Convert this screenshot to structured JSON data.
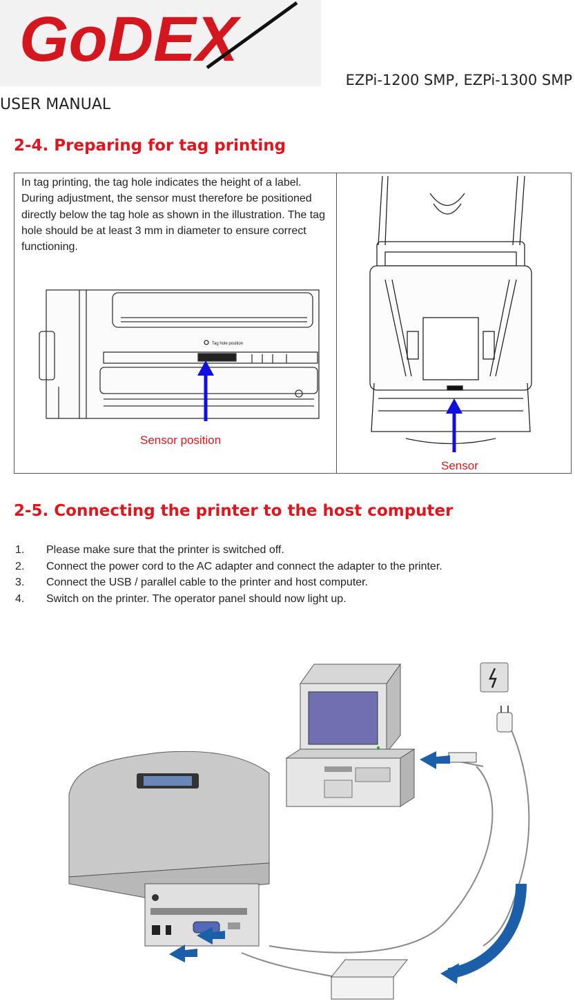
{
  "header": {
    "logo_text": "GoDEX",
    "model": "EZPi-1200 SMP, EZPi-1300 SMP",
    "manual": "USER MANUAL"
  },
  "section_2_4": {
    "heading": "2-4. Preparing for tag printing",
    "paragraph": "In tag printing, the tag hole indicates the height of a label. During adjustment, the sensor must therefore be positioned directly below the tag hole as shown in the illustration. The tag hole should be at least 3 mm in diameter to ensure correct functioning.",
    "figure_left_label": "Sensor position",
    "figure_left_small_text": "Tag hole position",
    "figure_right_label": "Sensor"
  },
  "section_2_5": {
    "heading": "2-5. Connecting the printer to the host computer",
    "steps": [
      {
        "num": "1.",
        "text": "Please make sure that the printer is switched off."
      },
      {
        "num": "2.",
        "text": "Connect the power cord to the AC adapter and connect the adapter to the printer."
      },
      {
        "num": "3.",
        "text": "Connect the USB / parallel cable to the printer and host computer."
      },
      {
        "num": "4.",
        "text": "Switch on the printer. The operator panel should now light up."
      }
    ]
  },
  "colors": {
    "accent": "#e2141c",
    "arrow": "#1010e0",
    "curve_arrow": "#1a5fa8"
  }
}
